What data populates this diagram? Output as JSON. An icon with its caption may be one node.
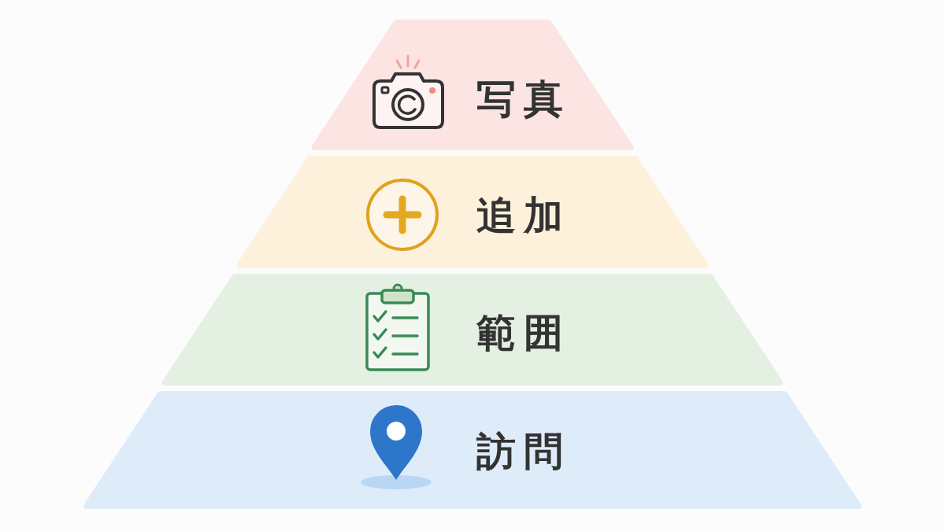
{
  "diagram": {
    "nodes": [
      {
        "text": [
          "写真"
        ]
      },
      {
        "text": [
          "追加"
        ]
      },
      {
        "text": [
          "範囲"
        ]
      },
      {
        "text": [
          "訪問"
        ]
      }
    ]
  }
}
